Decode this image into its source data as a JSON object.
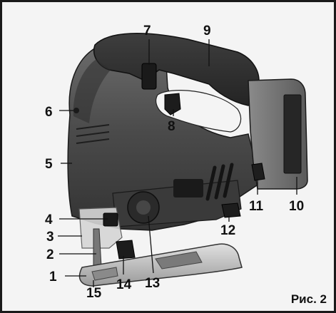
{
  "caption": "Рис. 2",
  "callouts": [
    {
      "id": "c1",
      "label": "1"
    },
    {
      "id": "c2",
      "label": "2"
    },
    {
      "id": "c3",
      "label": "3"
    },
    {
      "id": "c4",
      "label": "4"
    },
    {
      "id": "c5",
      "label": "5"
    },
    {
      "id": "c6",
      "label": "6"
    },
    {
      "id": "c7",
      "label": "7"
    },
    {
      "id": "c8",
      "label": "8"
    },
    {
      "id": "c9",
      "label": "9"
    },
    {
      "id": "c10",
      "label": "10"
    },
    {
      "id": "c11",
      "label": "11"
    },
    {
      "id": "c12",
      "label": "12"
    },
    {
      "id": "c13",
      "label": "13"
    },
    {
      "id": "c14",
      "label": "14"
    },
    {
      "id": "c15",
      "label": "15"
    }
  ]
}
